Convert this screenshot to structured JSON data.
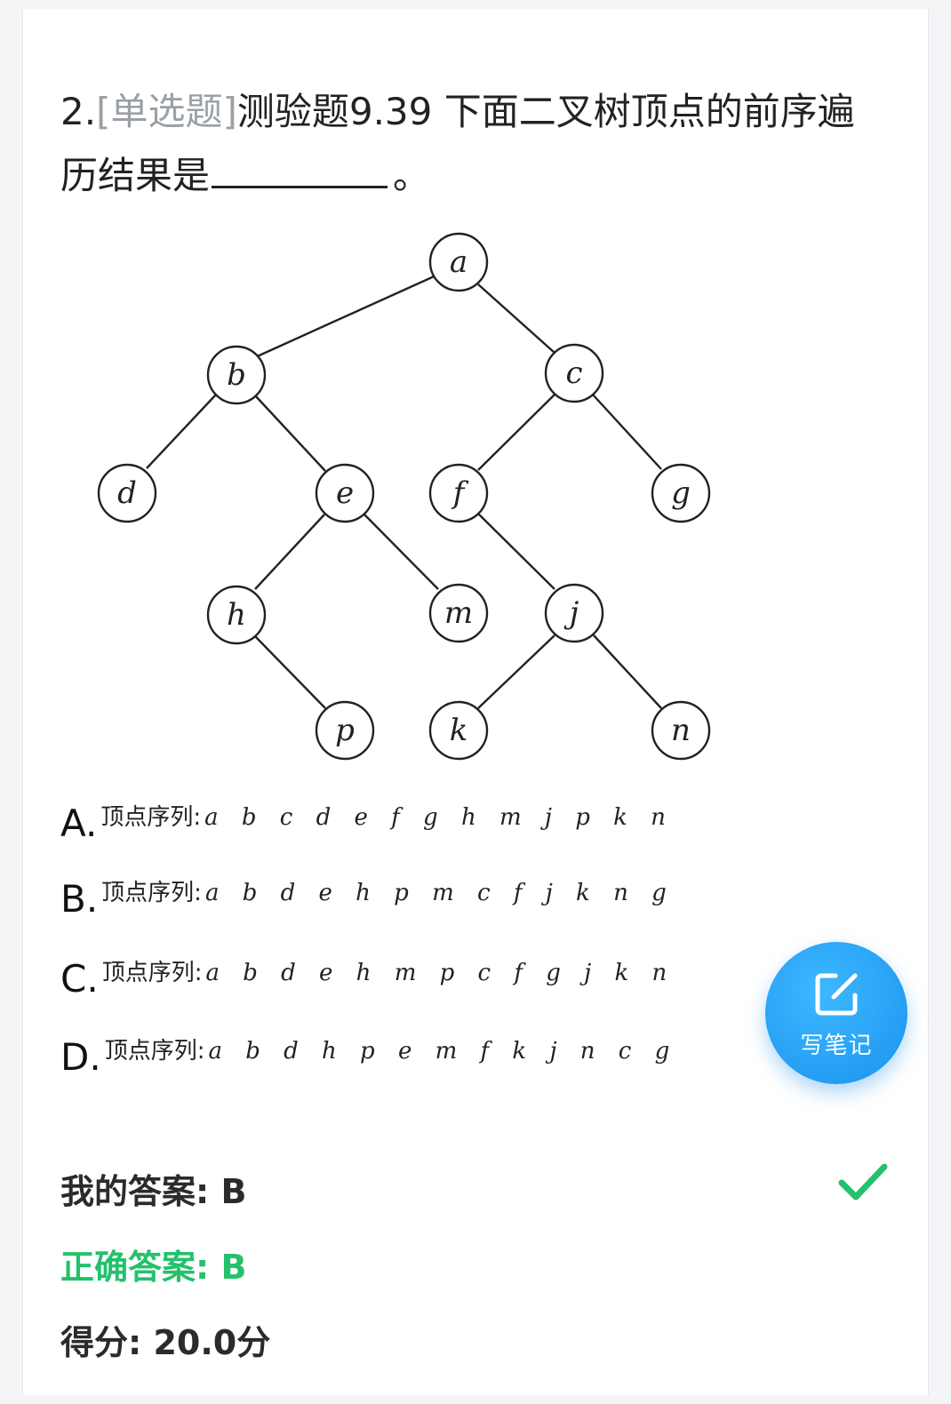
{
  "question": {
    "number": "2.",
    "type_tag": "[单选题]",
    "text": "测验题9.39 下面二叉树顶点的前序遍历结果是",
    "end_mark": "。"
  },
  "tree": {
    "nodes": [
      "a",
      "b",
      "c",
      "d",
      "e",
      "f",
      "g",
      "h",
      "m",
      "j",
      "p",
      "k",
      "n"
    ],
    "edges": [
      [
        "a",
        "b"
      ],
      [
        "a",
        "c"
      ],
      [
        "b",
        "d"
      ],
      [
        "b",
        "e"
      ],
      [
        "e",
        "h"
      ],
      [
        "e",
        "m"
      ],
      [
        "h",
        "p"
      ],
      [
        "c",
        "f"
      ],
      [
        "c",
        "g"
      ],
      [
        "f",
        "j"
      ],
      [
        "j",
        "k"
      ],
      [
        "j",
        "n"
      ]
    ]
  },
  "options": [
    {
      "letter": "A.",
      "label": "顶点序列:",
      "sequence": "a b c d e f g h m j p k n"
    },
    {
      "letter": "B.",
      "label": "顶点序列:",
      "sequence": "a b d e h p m c f j k n g"
    },
    {
      "letter": "C.",
      "label": "顶点序列:",
      "sequence": "a b d e h m p c f g j k n"
    },
    {
      "letter": "D.",
      "label": "顶点序列:",
      "sequence": "a b d h p e m f k j n c g"
    }
  ],
  "result": {
    "my_answer_label": "我的答案:",
    "my_answer": "B",
    "correct_answer_label": "正确答案:",
    "correct_answer": "B",
    "score_label": "得分:",
    "score": "20.0分"
  },
  "note_button": {
    "label": "写笔记",
    "icon": "edit-note-icon"
  },
  "colors": {
    "correct": "#23c16b",
    "button": "#1a93ee",
    "tag": "#9aa0a6"
  }
}
